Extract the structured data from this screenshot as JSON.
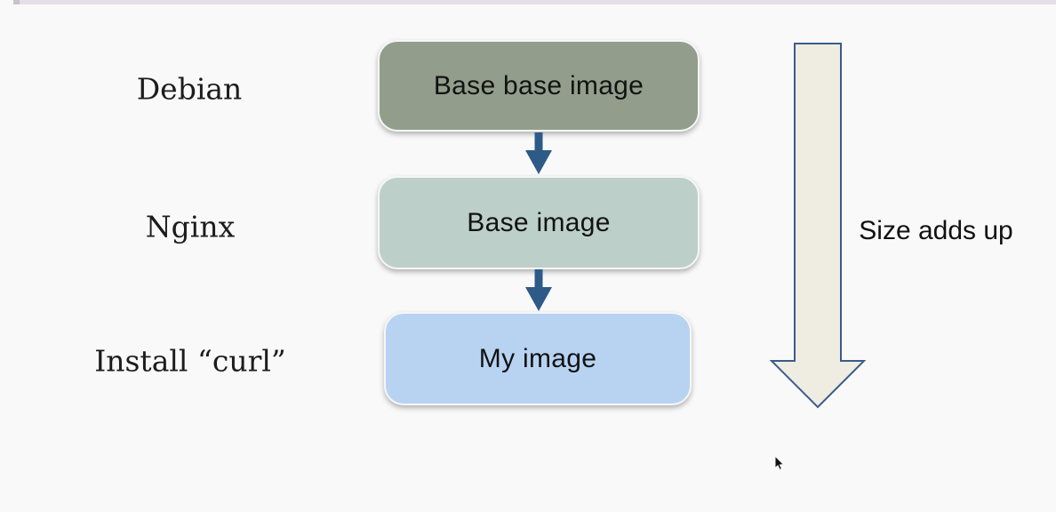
{
  "background": {
    "page_color": "#faf9fa",
    "top_bar_color": "#e4dee7",
    "top_bar_accent_color": "#c9c2cd"
  },
  "diagram": {
    "rows": [
      {
        "label": "Debian",
        "box_label": "Base base image",
        "box_fill": "#929e8b"
      },
      {
        "label": "Nginx",
        "box_label": "Base image",
        "box_fill": "#bdcfc9"
      },
      {
        "label": "Install “curl”",
        "box_label": "My image",
        "box_fill": "#b8d3f2"
      }
    ],
    "connector_color": "#2e5a88",
    "size_arrow": {
      "label": "Size adds up",
      "fill": "#efede2",
      "stroke": "#3a5c8c"
    }
  },
  "icons": {
    "connector": "down-arrow-icon",
    "size_arrow": "big-down-arrow-icon",
    "cursor": "mouse-pointer-icon"
  }
}
